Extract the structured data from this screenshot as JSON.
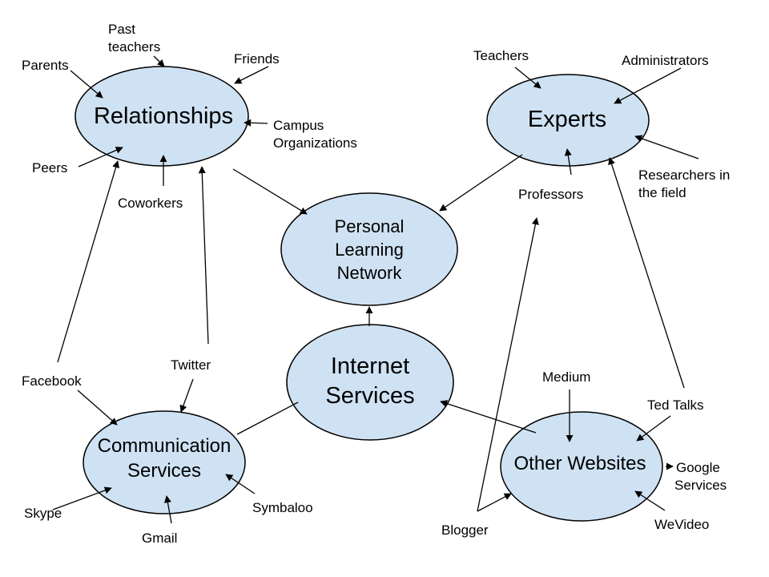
{
  "colors": {
    "node_fill": "#cfe2f3",
    "stroke": "#000000",
    "background": "#ffffff"
  },
  "nodes": {
    "relationships": "Relationships",
    "experts": "Experts",
    "pln_line1": "Personal",
    "pln_line2": "Learning",
    "pln_line3": "Network",
    "internet_line1": "Internet",
    "internet_line2": "Services",
    "comm_line1": "Communication",
    "comm_line2": "Services",
    "other_websites": "Other Websites"
  },
  "labels": {
    "past_teachers_1": "Past",
    "past_teachers_2": "teachers",
    "parents": "Parents",
    "friends": "Friends",
    "campus_1": "Campus",
    "campus_2": "Organizations",
    "peers": "Peers",
    "coworkers": "Coworkers",
    "teachers": "Teachers",
    "administrators": "Administrators",
    "researchers_1": "Researchers in",
    "researchers_2": "the field",
    "professors": "Professors",
    "facebook": "Facebook",
    "twitter": "Twitter",
    "skype": "Skype",
    "gmail": "Gmail",
    "symbaloo": "Symbaloo",
    "medium": "Medium",
    "ted_talks": "Ted Talks",
    "google_1": "Google",
    "google_2": "Services",
    "wevideo": "WeVideo",
    "blogger": "Blogger"
  }
}
